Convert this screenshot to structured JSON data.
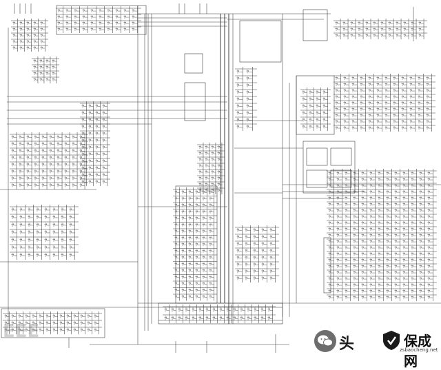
{
  "watermark": {
    "brand_prefix": "头",
    "site_name": "保成网",
    "site_url": "zsbaocheng.net",
    "faint_text": "EEE"
  },
  "icons": {
    "wechat": "wechat-bubble-icon",
    "shield": "shield-icon"
  },
  "colors": {
    "background": "#ffffff",
    "line": "#3a3a3a",
    "watermark": "#1a1a1a"
  }
}
